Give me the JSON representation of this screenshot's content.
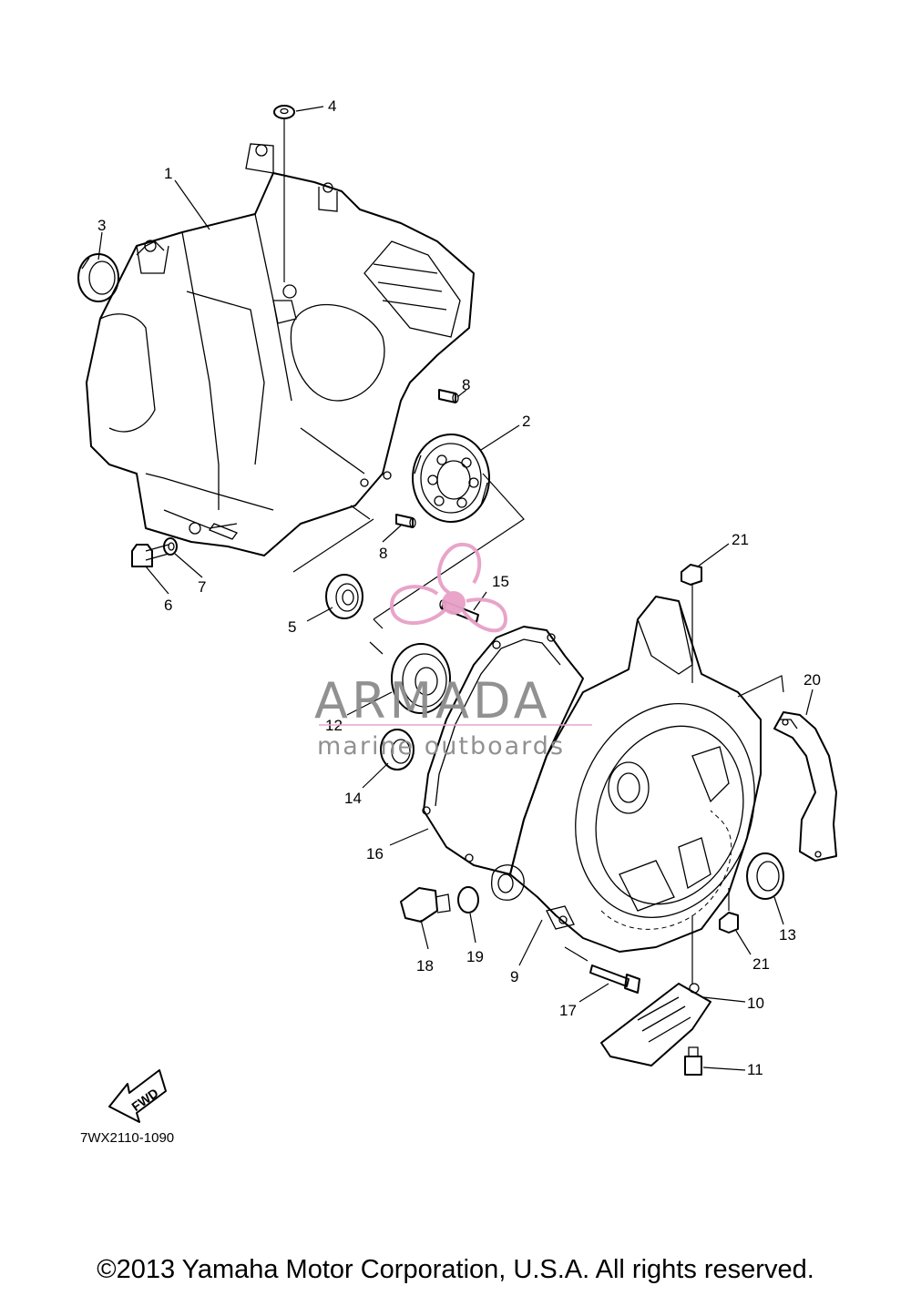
{
  "drawing_number": "7WX2110-1090",
  "copyright": "©2013 Yamaha Motor Corporation, U.S.A. All rights reserved.",
  "fwd_label": "FWD",
  "watermark": {
    "brand": "ARMADA",
    "tagline": "marine outboards",
    "color": "#e8a0c8"
  },
  "callouts": [
    "1",
    "2",
    "3",
    "4",
    "5",
    "6",
    "7",
    "8",
    "8",
    "9",
    "10",
    "11",
    "12",
    "13",
    "14",
    "15",
    "16",
    "17",
    "18",
    "19",
    "20",
    "21",
    "21"
  ]
}
